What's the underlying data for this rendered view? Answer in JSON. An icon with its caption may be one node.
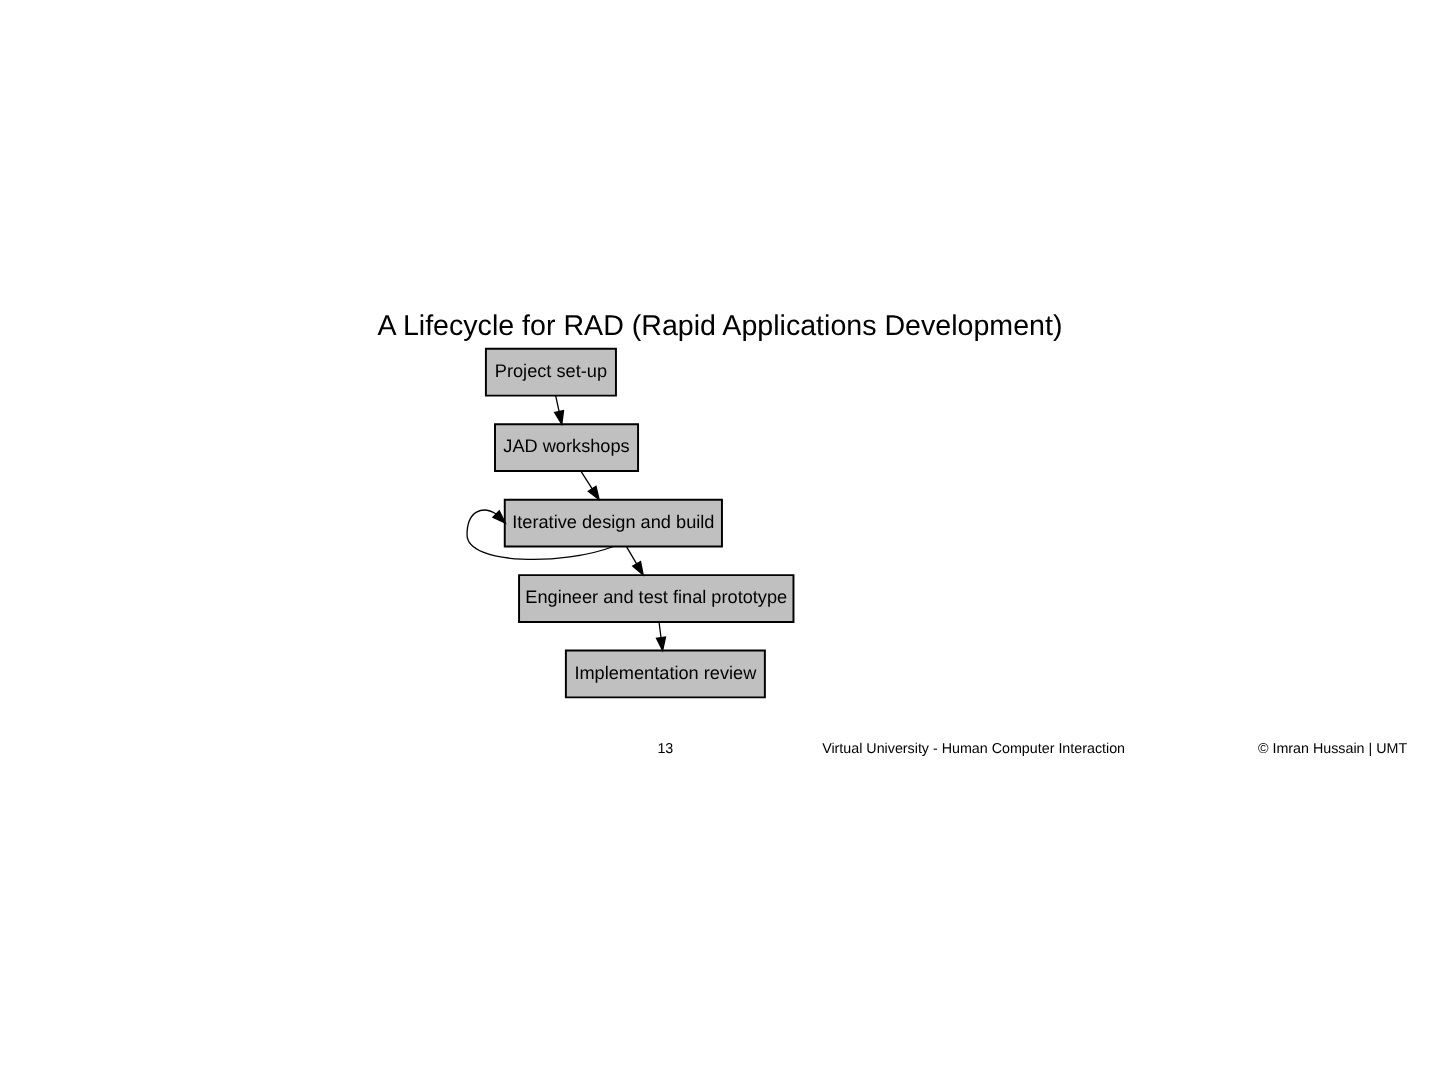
{
  "diagram": {
    "title": "A Lifecycle for RAD (Rapid Applications Development)",
    "nodes": [
      {
        "text": [
          "Project set-up"
        ]
      },
      {
        "text": [
          "JAD workshops"
        ]
      },
      {
        "text": [
          "Iterative design and build"
        ]
      },
      {
        "text": [
          "Engineer and test final prototype"
        ]
      },
      {
        "text": [
          "Implementation review"
        ]
      }
    ],
    "edges": [
      {
        "from": 0,
        "to": 1,
        "arrow": "to"
      },
      {
        "from": 1,
        "to": 2,
        "arrow": "to"
      },
      {
        "from": 2,
        "to": 2,
        "arrow": "to"
      },
      {
        "from": 2,
        "to": 3,
        "arrow": "to"
      },
      {
        "from": 3,
        "to": 4,
        "arrow": "to"
      }
    ],
    "labels": [
      "13",
      "Virtual University - Human Computer Interaction",
      "© Imran Hussain | UMT"
    ]
  }
}
